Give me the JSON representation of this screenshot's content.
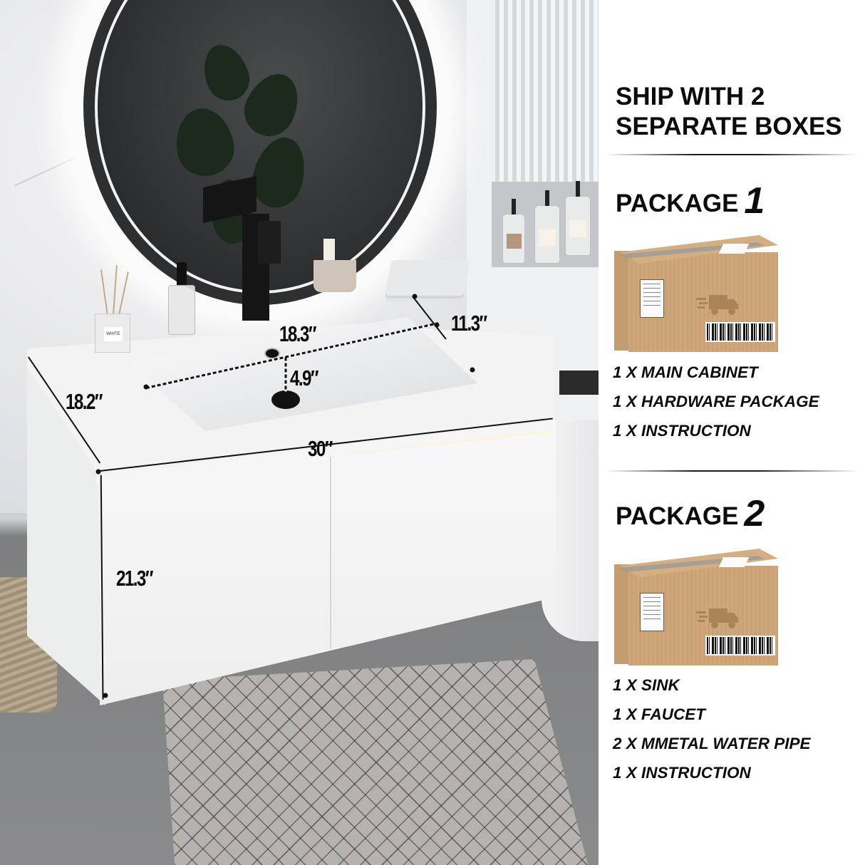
{
  "scene": {
    "description": "White wall-mounted bathroom vanity with LED strip, round backlit mirror, black faucet",
    "dimensions": {
      "sink_length": "18.3″",
      "sink_width": "11.3″",
      "sink_depth": "4.9″",
      "cabinet_depth": "18.2″",
      "cabinet_width": "30″",
      "cabinet_height": "21.3″"
    },
    "reed_diffuser_label": "WHITE"
  },
  "info_panel": {
    "headline_line1": "SHIP WITH 2",
    "headline_line2": "SEPARATE BOXES",
    "packages": [
      {
        "title": "PACKAGE",
        "number": "1",
        "items": [
          "1 X MAIN CABINET",
          "1 X HARDWARE PACKAGE",
          "1 X INSTRUCTION"
        ]
      },
      {
        "title": "PACKAGE",
        "number": "2",
        "items": [
          "1 X SINK",
          "1 X FAUCET",
          "2 X MMETAL WATER PIPE",
          "1 X INSTRUCTION"
        ]
      }
    ]
  },
  "colors": {
    "text": "#0c0c0c",
    "box_cardboard": "#cfa77b",
    "cabinet_white": "#f5f5f6",
    "led_warm": "#fff0c8",
    "floor_grey": "#828385"
  }
}
